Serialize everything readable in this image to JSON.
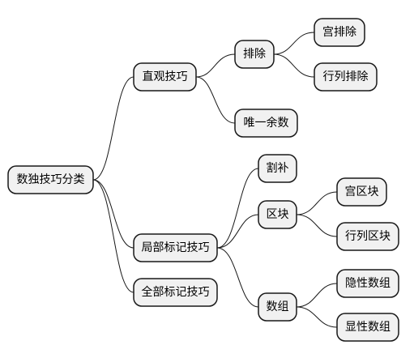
{
  "mindmap": {
    "root": "数独技巧分类",
    "branches": [
      {
        "label": "直观技巧",
        "children": [
          {
            "label": "排除",
            "children": [
              {
                "label": "宫排除"
              },
              {
                "label": "行列排除"
              }
            ]
          },
          {
            "label": "唯一余数"
          }
        ]
      },
      {
        "label": "局部标记技巧",
        "children": [
          {
            "label": "割补"
          },
          {
            "label": "区块",
            "children": [
              {
                "label": "宫区块"
              },
              {
                "label": "行列区块"
              }
            ]
          },
          {
            "label": "数组",
            "children": [
              {
                "label": "隐性数组"
              },
              {
                "label": "显性数组"
              }
            ]
          }
        ]
      },
      {
        "label": "全部标记技巧"
      }
    ]
  }
}
